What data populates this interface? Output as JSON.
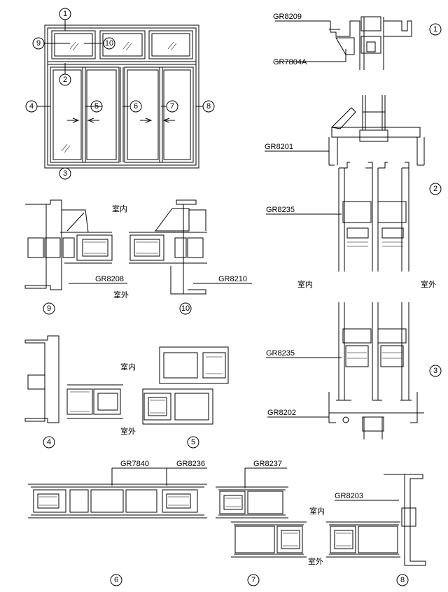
{
  "elevation": {
    "callouts": [
      "1",
      "2",
      "3",
      "4",
      "5",
      "6",
      "7",
      "8",
      "9",
      "10"
    ]
  },
  "sections": {
    "s1": {
      "num": "1",
      "profiles": [
        "GR8209",
        "GR7804A"
      ]
    },
    "s2": {
      "num": "2",
      "profiles": [
        "GR8201",
        "GR8235"
      ],
      "indoor": "室内",
      "outdoor": "室外"
    },
    "s3": {
      "num": "3",
      "profiles": [
        "GR8235",
        "GR8202"
      ]
    },
    "s4": {
      "num": "4"
    },
    "s5": {
      "num": "5",
      "indoor": "室内",
      "outdoor": "室外"
    },
    "s6": {
      "num": "6",
      "profiles": [
        "GR7840",
        "GR8236"
      ]
    },
    "s7": {
      "num": "7",
      "profiles": [
        "GR8237"
      ],
      "indoor": "室内",
      "outdoor": "室外"
    },
    "s8": {
      "num": "8",
      "profiles": [
        "GR8203"
      ]
    },
    "s9": {
      "num": "9",
      "profiles": [
        "GR8208"
      ],
      "indoor": "室内",
      "outdoor": "室外"
    },
    "s10": {
      "num": "10",
      "profiles": [
        "GR8210"
      ]
    }
  }
}
